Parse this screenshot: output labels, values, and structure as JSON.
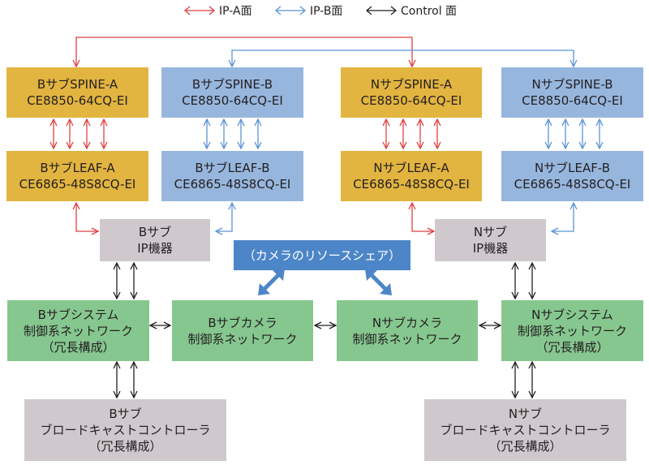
{
  "legend": [
    {
      "label": "IP-A面",
      "color": "#e04040"
    },
    {
      "label": "IP-B面",
      "color": "#5a93d4"
    },
    {
      "label": "Control 面",
      "color": "#231f20"
    }
  ],
  "colors": {
    "ip_a": "#e04040",
    "ip_b": "#5a93d4",
    "control": "#231f20",
    "spine_leaf_a": "#e2b440",
    "spine_leaf_b": "#97b6de",
    "ip_device": "#cfc8cd",
    "control_network": "#86c78f",
    "resource_share": "#4d86c8"
  },
  "nodes": {
    "b_spine_a": {
      "line1": "BサブSPINE-A",
      "line2": "CE8850-64CQ-EI"
    },
    "b_spine_b": {
      "line1": "BサブSPINE-B",
      "line2": "CE8850-64CQ-EI"
    },
    "n_spine_a": {
      "line1": "NサブSPINE-A",
      "line2": "CE8850-64CQ-EI"
    },
    "n_spine_b": {
      "line1": "NサブSPINE-B",
      "line2": "CE8850-64CQ-EI"
    },
    "b_leaf_a": {
      "line1": "BサブLEAF-A",
      "line2": "CE6865-48S8CQ-EI"
    },
    "b_leaf_b": {
      "line1": "BサブLEAF-B",
      "line2": "CE6865-48S8CQ-EI"
    },
    "n_leaf_a": {
      "line1": "NサブLEAF-A",
      "line2": "CE6865-48S8CQ-EI"
    },
    "n_leaf_b": {
      "line1": "NサブLEAF-B",
      "line2": "CE6865-48S8CQ-EI"
    },
    "b_ip": {
      "line1": "Bサブ",
      "line2": "IP機器"
    },
    "n_ip": {
      "line1": "Nサブ",
      "line2": "IP機器"
    },
    "share": {
      "line1": "（カメラのリソースシェア）"
    },
    "b_sys_net": {
      "line1": "Bサブシステム",
      "line2": "制御系ネットワーク",
      "line3": "（冗長構成）"
    },
    "b_cam_net": {
      "line1": "Bサブカメラ",
      "line2": "制御系ネットワーク"
    },
    "n_cam_net": {
      "line1": "Nサブカメラ",
      "line2": "制御系ネットワーク"
    },
    "n_sys_net": {
      "line1": "Nサブシステム",
      "line2": "制御系ネットワーク",
      "line3": "（冗長構成）"
    },
    "b_bc": {
      "line1": "Bサブ",
      "line2": "ブロードキャストコントローラ",
      "line3": "（冗長構成）"
    },
    "n_bc": {
      "line1": "Nサブ",
      "line2": "ブロードキャストコントローラ",
      "line3": "（冗長構成）"
    }
  }
}
